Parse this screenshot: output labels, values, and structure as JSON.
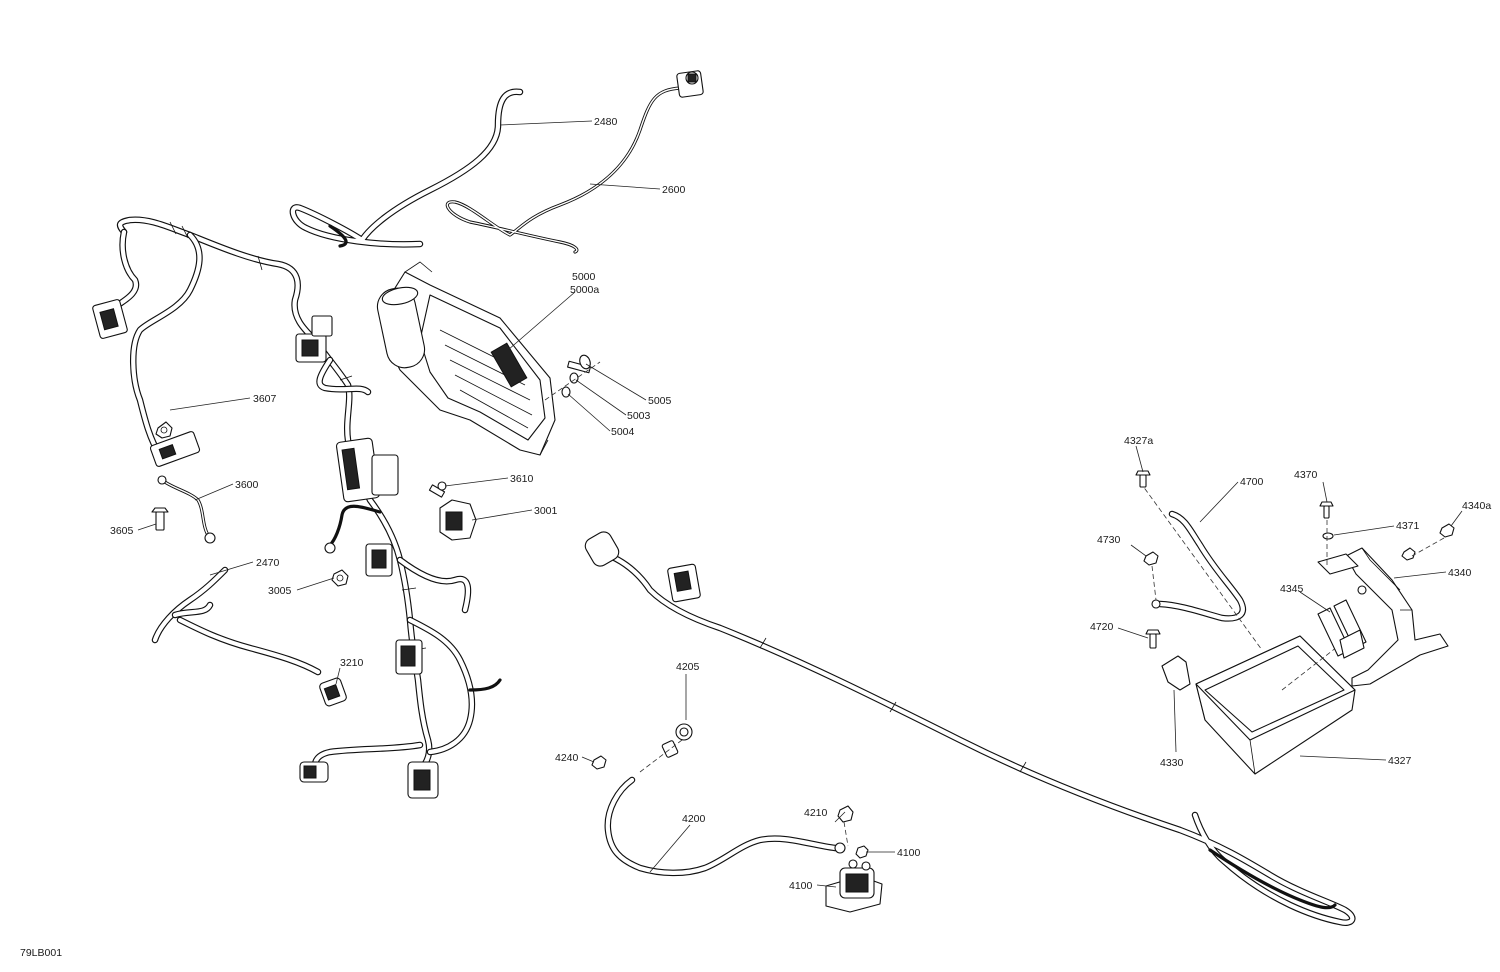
{
  "figure_code": "79LB001",
  "callouts": [
    {
      "id": "c-2480",
      "label": "2480"
    },
    {
      "id": "c-2600",
      "label": "2600"
    },
    {
      "id": "c-5000",
      "label": "5000"
    },
    {
      "id": "c-5000a",
      "label": "5000a"
    },
    {
      "id": "c-5005",
      "label": "5005"
    },
    {
      "id": "c-5003",
      "label": "5003"
    },
    {
      "id": "c-5004",
      "label": "5004"
    },
    {
      "id": "c-3607",
      "label": "3607"
    },
    {
      "id": "c-3600",
      "label": "3600"
    },
    {
      "id": "c-3605",
      "label": "3605"
    },
    {
      "id": "c-3610",
      "label": "3610"
    },
    {
      "id": "c-3001",
      "label": "3001"
    },
    {
      "id": "c-2470",
      "label": "2470"
    },
    {
      "id": "c-3005",
      "label": "3005"
    },
    {
      "id": "c-3210",
      "label": "3210"
    },
    {
      "id": "c-4205",
      "label": "4205"
    },
    {
      "id": "c-4240",
      "label": "4240"
    },
    {
      "id": "c-4200",
      "label": "4200"
    },
    {
      "id": "c-4210",
      "label": "4210"
    },
    {
      "id": "c-4100a",
      "label": "4100"
    },
    {
      "id": "c-4100b",
      "label": "4100"
    },
    {
      "id": "c-4327a",
      "label": "4327a"
    },
    {
      "id": "c-4700",
      "label": "4700"
    },
    {
      "id": "c-4370",
      "label": "4370"
    },
    {
      "id": "c-4340a",
      "label": "4340a"
    },
    {
      "id": "c-4371",
      "label": "4371"
    },
    {
      "id": "c-4730",
      "label": "4730"
    },
    {
      "id": "c-4340",
      "label": "4340"
    },
    {
      "id": "c-4345",
      "label": "4345"
    },
    {
      "id": "c-4720",
      "label": "4720"
    },
    {
      "id": "c-4330",
      "label": "4330"
    },
    {
      "id": "c-4327",
      "label": "4327"
    }
  ]
}
